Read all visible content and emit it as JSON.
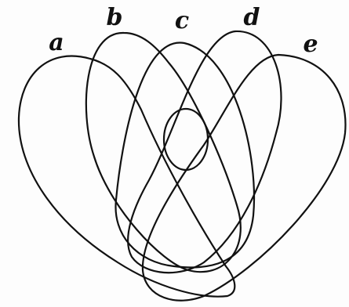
{
  "diagram": {
    "type": "venn",
    "stroke_color": "#111111",
    "background_color": "#fdfdfd",
    "sets": [
      {
        "id": "a",
        "label": "a"
      },
      {
        "id": "b",
        "label": "b"
      },
      {
        "id": "c",
        "label": "c"
      },
      {
        "id": "d",
        "label": "d"
      },
      {
        "id": "e",
        "label": "e"
      }
    ]
  }
}
